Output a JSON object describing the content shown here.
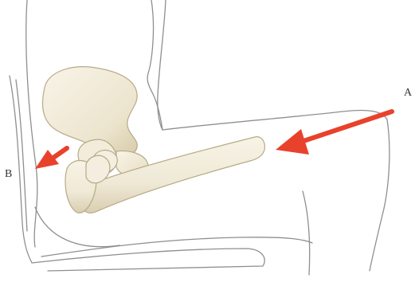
{
  "labels": {
    "a": "A",
    "b": "B"
  },
  "colors": {
    "arrow": "#e8422c",
    "outline": "#8f8f8f",
    "bone_fill": "#efe9d6",
    "bone_shadow": "#d9ceb0",
    "bone_stroke": "#b7aa86"
  },
  "icons": {
    "arrow_a": "arrow-left-down",
    "arrow_b": "arrow-left-down"
  }
}
